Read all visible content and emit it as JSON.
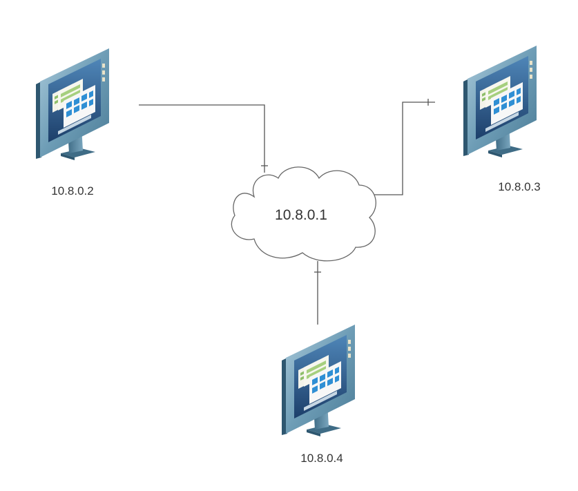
{
  "diagram": {
    "cloud": {
      "label": "10.8.0.1"
    },
    "hosts": [
      {
        "label": "10.8.0.2"
      },
      {
        "label": "10.8.0.3"
      },
      {
        "label": "10.8.0.4"
      }
    ]
  },
  "colors": {
    "line": "#555555",
    "cloud_stroke": "#666666",
    "monitor_bezel": "#6e9db6",
    "monitor_shadow": "#3f6c86",
    "screen_dark": "#234d7c",
    "screen_light": "#4f86b8",
    "window_green": "#8fbf6a",
    "window_blue": "#2f8fd4"
  }
}
